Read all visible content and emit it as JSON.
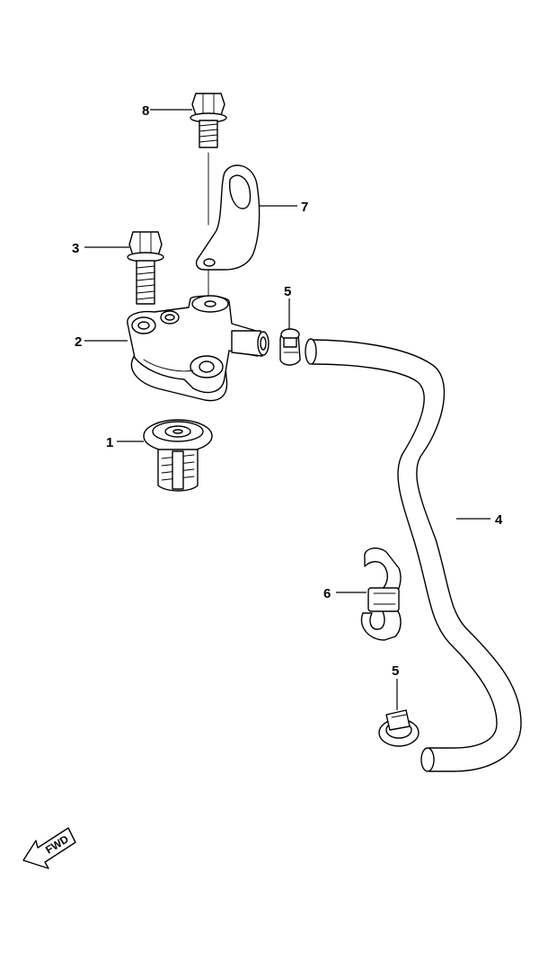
{
  "callouts": {
    "c1": "1",
    "c2": "2",
    "c3": "3",
    "c4": "4",
    "c5a": "5",
    "c5b": "5",
    "c6": "6",
    "c7": "7",
    "c8": "8"
  },
  "fwd_label": "FWD",
  "icons": {
    "fwd_arrow": "fwd-arrow-icon"
  }
}
